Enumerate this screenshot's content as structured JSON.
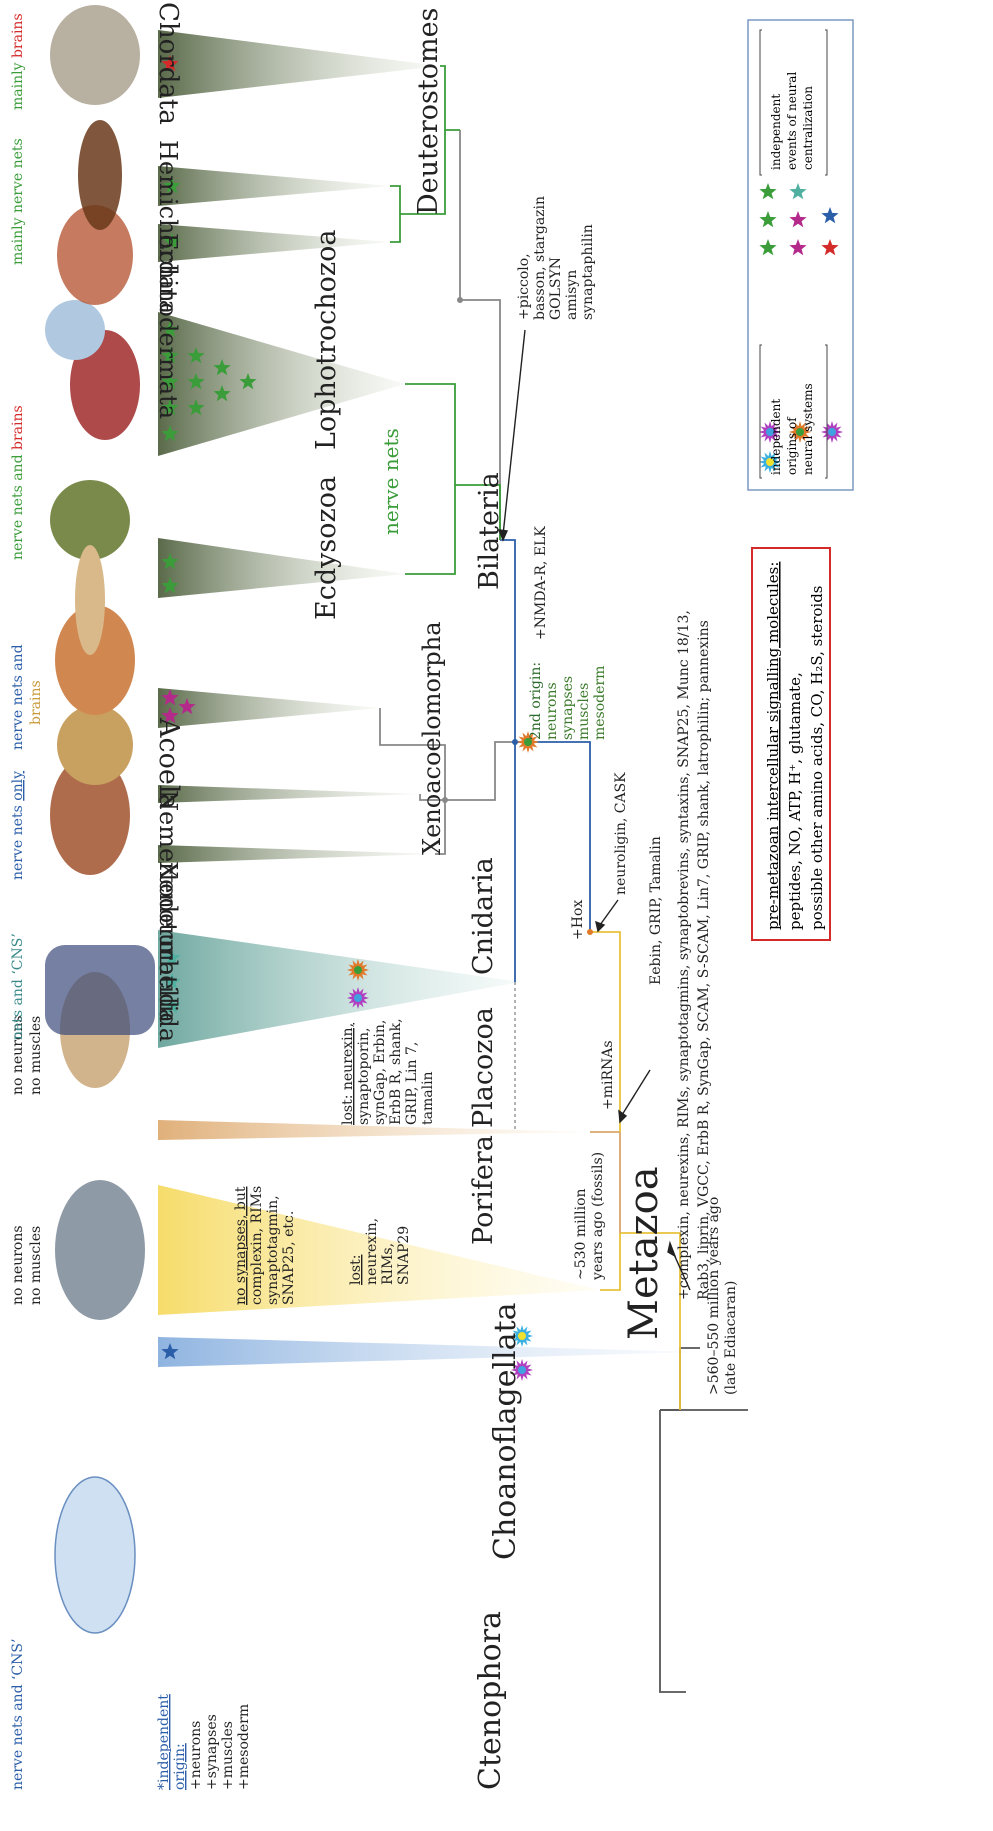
{
  "colors": {
    "green": "#3a9d3a",
    "blue": "#2b5ea8",
    "red": "#d42a2a",
    "orange": "#d88a2a",
    "tan": "#d9a86a",
    "teal": "#4fb0a0",
    "magenta": "#b42a8a",
    "gray": "#8a8a8a",
    "olive_dark": "#5a6a4a",
    "text_green": "#2a6a2a"
  },
  "taxa": {
    "choanoflagellata": "Choanoflagellata",
    "ctenophora": "Ctenophora",
    "porifera": "Porifera",
    "placozoa": "Placozoa",
    "cnidaria": "Cnidaria",
    "xenoturbellida": "Xenoturbellida",
    "nemertodermatida": "Nemertodermatida",
    "acoela": "Acoela",
    "xenacoelomorpha": "Xenoacoelomorpha",
    "ecdysozoa": "Ecdysozoa",
    "lophotrochozoa": "Lophotrochozoa",
    "echinodermata": "Echinodermata",
    "hemichordata": "Hemichordata",
    "chordata": "Chordata",
    "deuterostomes": "Deuterostomes",
    "bilateria": "Bilateria",
    "metazoa": "Metazoa"
  },
  "nervous_labels": {
    "ctenophora": "nerve nets and ‘CNS’",
    "porifera_1": "no neurons",
    "porifera_2": "no muscles",
    "placozoa_1": "no neurons",
    "placozoa_2": "no muscles",
    "cnidaria": "nets and ‘CNS’",
    "nemertodermatida_a": "nerve nets ",
    "nemertodermatida_b": "only",
    "acoela_1": "nerve nets and",
    "acoela_2": "brains",
    "ecdysozoa_a": "nerve nets and ",
    "ecdysozoa_b": "brains",
    "deutero_nets": "mainly nerve nets",
    "chordata_a": "mainly ",
    "chordata_b": "brains",
    "nerve_nets_tree": "nerve nets"
  },
  "annotations": {
    "ctenophora_origin": [
      "*independent",
      "origin:",
      "+neurons",
      "+synapses",
      "+muscles",
      "+mesoderm"
    ],
    "porifera_lost": [
      "lost:",
      "neurexin,",
      "RIMs,",
      "SNAP29"
    ],
    "porifera_nosyn": [
      "no synapses, but",
      "complexin, RIMs",
      "synaptotagmin,",
      "SNAP25, etc."
    ],
    "placozoa_lost": [
      "lost: neurexin,",
      "synaptoporin,",
      "synGap, Erbin,",
      "ErbB R, shank,",
      "GRIP, Lin 7,",
      "tamalin"
    ],
    "fossils": [
      "~530 million",
      "years ago (fossils)"
    ],
    "ediacaran": [
      ">560–550 million years ago",
      "(late Ediacaran)"
    ],
    "metazoa_genes": [
      "+complexin, neurexins, RIMs, synaptotagmins, synaptobrevins, syntaxins, SNAP25, Munc 18/13,",
      "Rab3, liprin, VGCC, ErbB R, SynGap, SCAM, S-SCAM, Lin7, GRIP, shank, latrophilin; pannexins"
    ],
    "mirnas": "+miRNAs",
    "eebn": "Eebin, GRIP, Tamalin",
    "hox": "+Hox",
    "neuroligin": "neuroligin, CASK",
    "second_origin": [
      "2nd origin:",
      "neurons",
      "synapses",
      "muscles",
      "mesoderm"
    ],
    "nmdar": "+NMDA-R, ELK",
    "bilateria_genes": [
      "+piccolo,",
      "basson, stargazin",
      "GOLSYN",
      "amisyn",
      "synaptaphilin"
    ]
  },
  "legend_signalling": {
    "title": "pre-metazoan intercellular signalling molecules:",
    "line1": "peptides, NO, ATP, H⁺, glutamate,",
    "line2": "possible other amino acids, CO, H₂S, steroids"
  },
  "legend_origins": {
    "label": [
      "independent",
      "origins of",
      "neural systems"
    ]
  },
  "legend_centralization": {
    "label": [
      "independent",
      "events of neural",
      "centralization"
    ]
  }
}
